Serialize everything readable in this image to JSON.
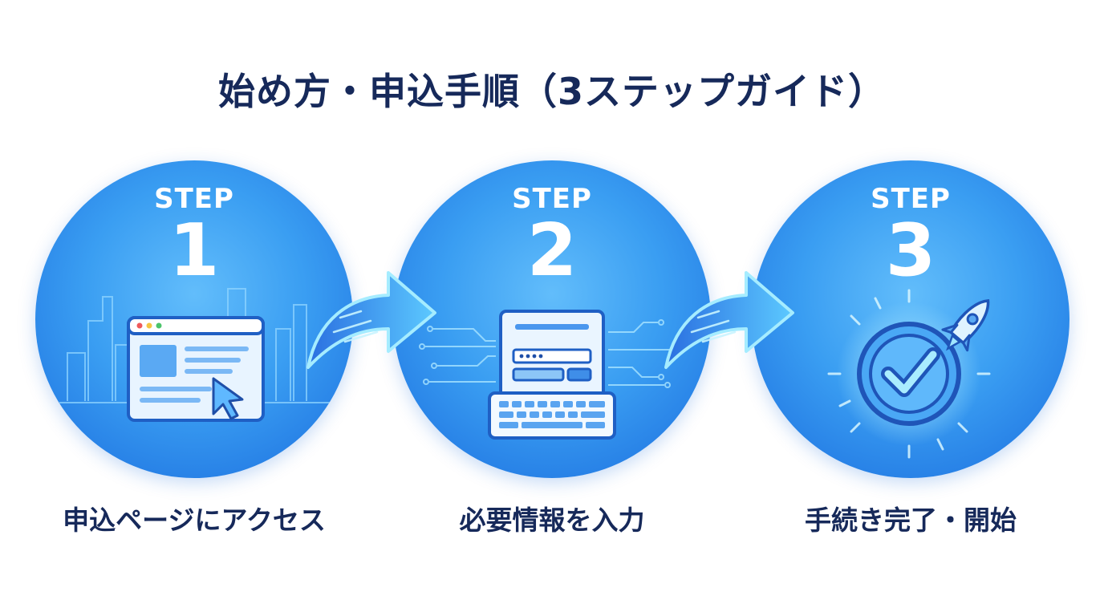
{
  "title": "始め方・申込手順（3ステップガイド）",
  "steps": [
    {
      "label": "STEP",
      "number": "1",
      "caption": "申込ページにアクセス",
      "icon": "browser-cursor-icon"
    },
    {
      "label": "STEP",
      "number": "2",
      "caption": "必要情報を入力",
      "icon": "form-keyboard-icon"
    },
    {
      "label": "STEP",
      "number": "3",
      "caption": "手続き完了・開始",
      "icon": "check-rocket-icon"
    }
  ],
  "colors": {
    "title": "#16295a",
    "circle": "#3a9ef2",
    "arrow": "#2f8cf0",
    "glow": "#9fe6ff"
  }
}
